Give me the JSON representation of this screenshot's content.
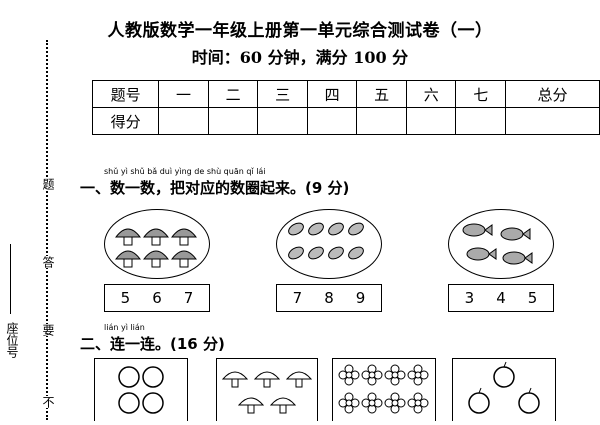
{
  "header": {
    "title": "人教版数学一年级上册第一单元综合测试卷（一）",
    "subtitle": "时间：60 分钟，满分 100 分"
  },
  "score_table": {
    "headers": [
      "题号",
      "一",
      "二",
      "三",
      "四",
      "五",
      "六",
      "七",
      "总分"
    ],
    "row_label": "得分"
  },
  "margin": {
    "seat_label": "座位号",
    "binding_chars": [
      "题",
      "答",
      "要",
      "不"
    ]
  },
  "section1": {
    "pinyin": "shǔ yì shǔ  bǎ duì yìng de shù quān qǐ lái",
    "title": "一、数一数，把对应的数圈起来。(9 分)",
    "groups": [
      {
        "icon": "mushroom-icon",
        "count": 6,
        "options": [
          "5",
          "6",
          "7"
        ]
      },
      {
        "icon": "leaf-icon",
        "count": 8,
        "options": [
          "7",
          "8",
          "9"
        ]
      },
      {
        "icon": "fish-icon",
        "count": 4,
        "options": [
          "3",
          "4",
          "5"
        ]
      }
    ]
  },
  "section2": {
    "pinyin": "lián yì lián",
    "title": "二、连一连。(16 分)",
    "cards": [
      {
        "icon": "orange-icon",
        "count": 4
      },
      {
        "icon": "mushroom-icon",
        "count": 5
      },
      {
        "icon": "flower-icon",
        "count": 8
      },
      {
        "icon": "apple-icon",
        "count": 3
      }
    ]
  }
}
